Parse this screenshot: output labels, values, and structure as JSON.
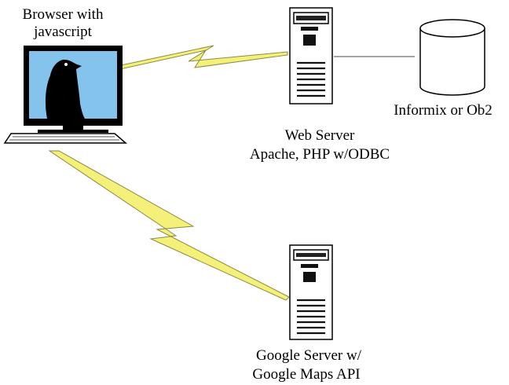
{
  "nodes": {
    "browser": {
      "label_lines": [
        "Browser with",
        "javascript"
      ],
      "icon": "computer-with-penguin-icon"
    },
    "web_server": {
      "label_lines": [
        "Web Server",
        "Apache, PHP w/ODBC"
      ],
      "icon": "server-tower-icon"
    },
    "database": {
      "label_lines": [
        "Informix or Ob2"
      ],
      "icon": "database-cylinder-icon"
    },
    "google_server": {
      "label_lines": [
        "Google Server w/",
        "Google Maps API"
      ],
      "icon": "server-tower-icon"
    }
  },
  "connections": [
    {
      "from": "browser",
      "to": "web_server",
      "style": "lightning-bolt"
    },
    {
      "from": "browser",
      "to": "google_server",
      "style": "lightning-bolt"
    },
    {
      "from": "web_server",
      "to": "database",
      "style": "line"
    }
  ],
  "colors": {
    "bolt_fill": "#f5f07a",
    "screen": "#84c4ec",
    "server_dark": "#111111"
  }
}
